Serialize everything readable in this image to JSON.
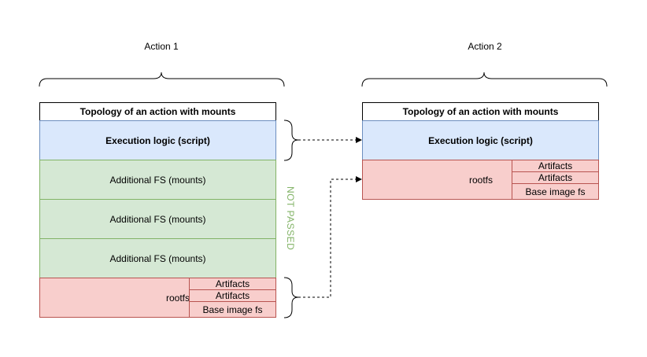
{
  "action1": {
    "label": "Action 1",
    "title": "Topology of an action with mounts",
    "execution": "Execution logic (script)",
    "mounts": [
      "Additional FS (mounts)",
      "Additional FS (mounts)",
      "Additional FS (mounts)"
    ],
    "rootfs": {
      "label": "rootfs",
      "layers": [
        "Artifacts",
        "Artifacts",
        "Base image fs"
      ]
    }
  },
  "action2": {
    "label": "Action 2",
    "title": "Topology of an action with mounts",
    "execution": "Execution logic (script)",
    "rootfs": {
      "label": "rootfs",
      "layers": [
        "Artifacts",
        "Artifacts",
        "Base image fs"
      ]
    }
  },
  "not_passed_label": "NOT PASSED",
  "colors": {
    "execution_fill": "#dae8fc",
    "execution_stroke": "#6c8ebf",
    "mount_fill": "#d5e8d4",
    "mount_stroke": "#82b366",
    "rootfs_fill": "#f8cecc",
    "rootfs_stroke": "#b85450"
  }
}
